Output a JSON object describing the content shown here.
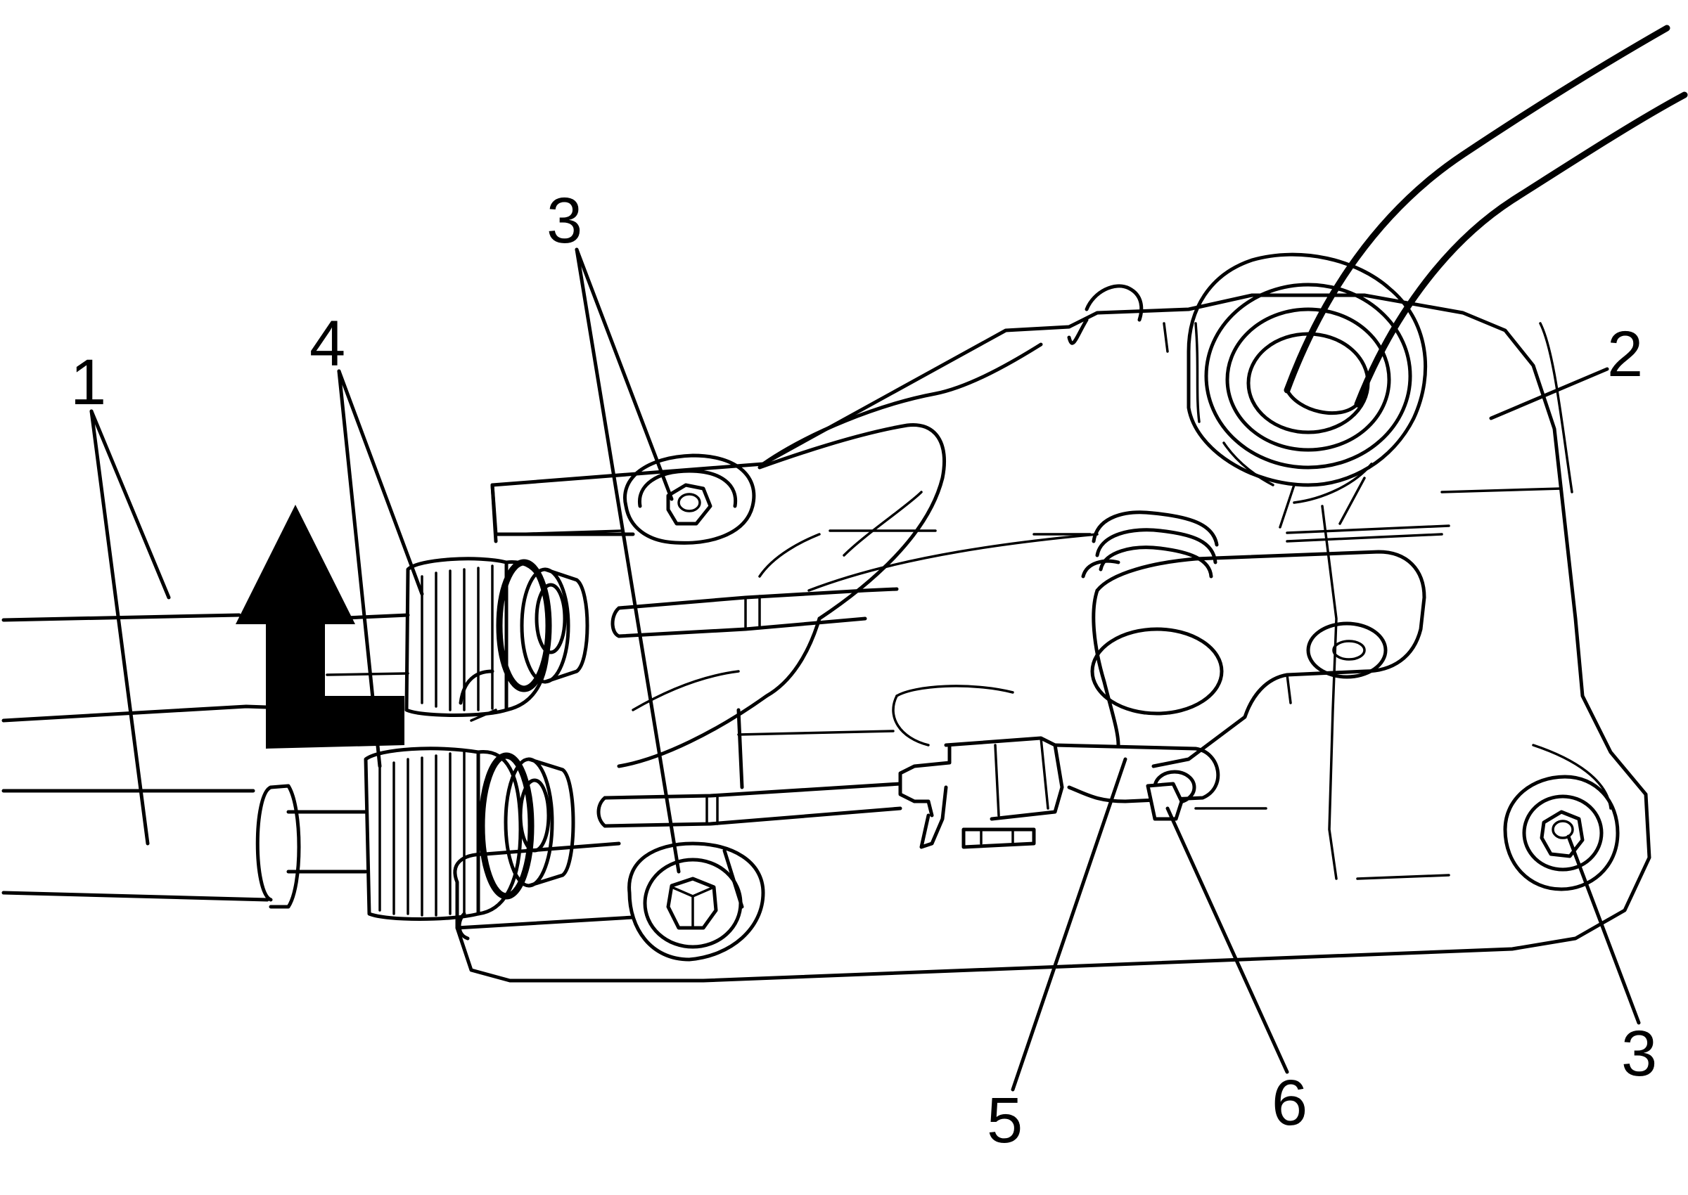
{
  "diagram": {
    "stroke_color": "#000000",
    "background_color": "#ffffff",
    "callouts": [
      {
        "id": "c1",
        "label": "1"
      },
      {
        "id": "c2",
        "label": "2"
      },
      {
        "id": "c3a",
        "label": "3"
      },
      {
        "id": "c3b",
        "label": "3"
      },
      {
        "id": "c4",
        "label": "4"
      },
      {
        "id": "c5",
        "label": "5"
      },
      {
        "id": "c6",
        "label": "6"
      }
    ],
    "arrow_icon": "removal-direction-arrow-icon"
  }
}
